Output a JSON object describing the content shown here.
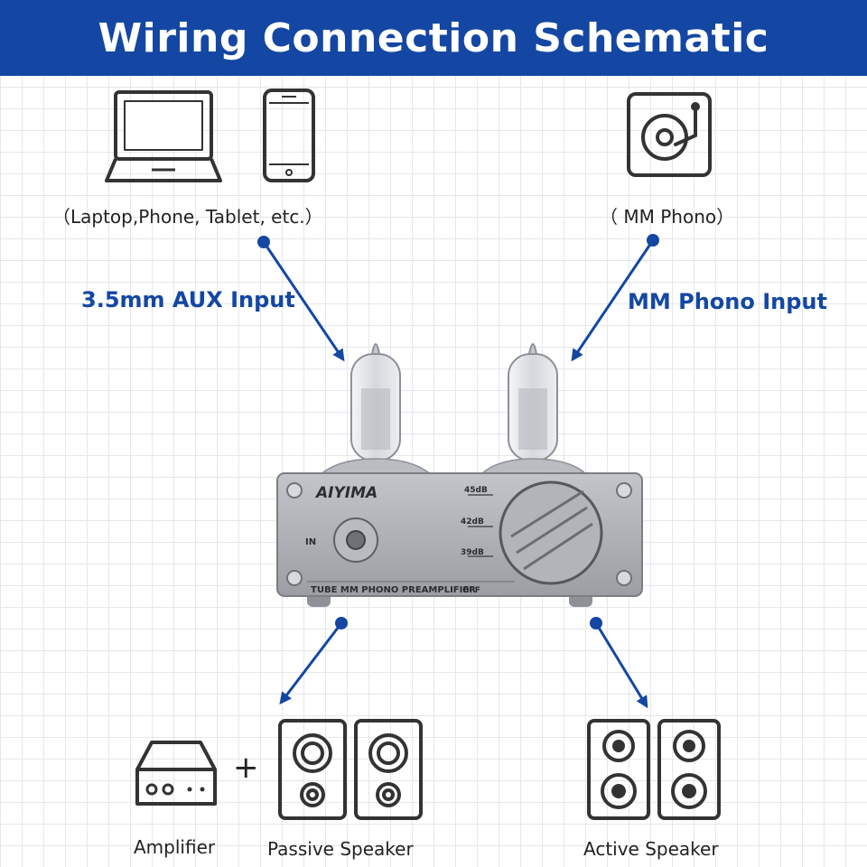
{
  "title": "Wiring Connection Schematic",
  "sources": {
    "devices_caption": "（Laptop,Phone, Tablet, etc.）",
    "phono_caption": "（ MM Phono）"
  },
  "inputs": {
    "aux_label": "3.5mm AUX Input",
    "phono_label": "MM Phono Input"
  },
  "device": {
    "brand": "AIYIMA",
    "subtitle": "TUBE MM PHONO PREAMPLIFIER",
    "in_label": "IN",
    "gain_marks": [
      "45dB",
      "42dB",
      "39dB"
    ],
    "off_label": "OFF"
  },
  "outputs": {
    "plus": "+",
    "amplifier_caption": "Amplifier",
    "passive_caption": "Passive Speaker",
    "active_caption": "Active Speaker"
  },
  "colors": {
    "accent": "#1447a3",
    "icon_stroke": "#333333",
    "device_body": "#a9acb1"
  },
  "icons": [
    "laptop-icon",
    "phone-icon",
    "turntable-icon",
    "amplifier-icon",
    "passive-speaker-icon",
    "active-speaker-icon"
  ]
}
